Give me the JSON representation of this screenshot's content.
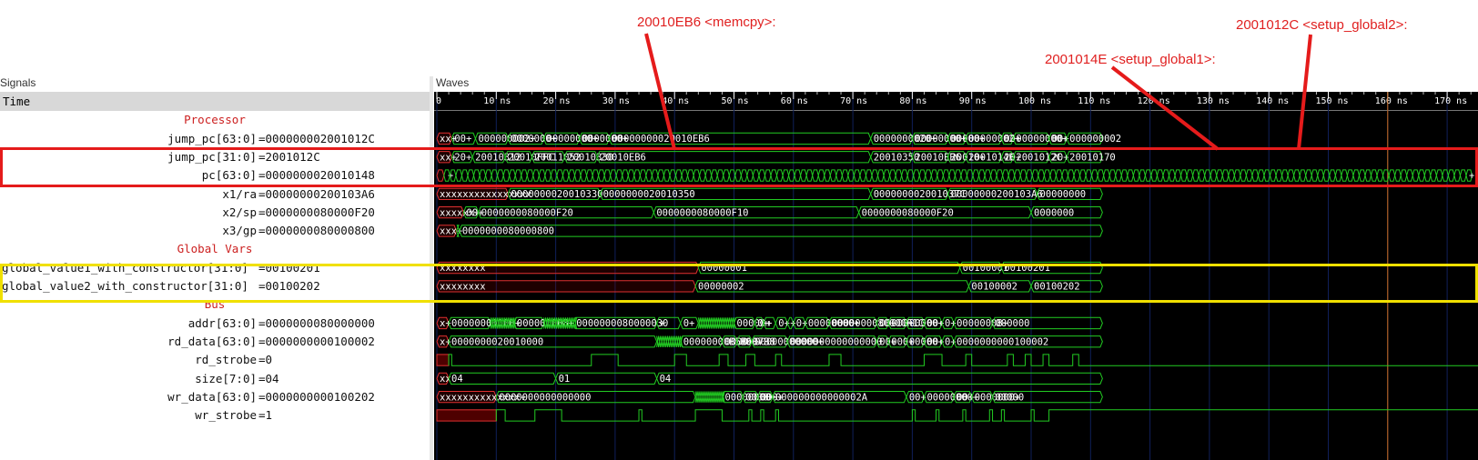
{
  "annotations": [
    {
      "text": "20010EB6 <memcpy>:"
    },
    {
      "text": "2001014E <setup_global1>:"
    },
    {
      "text": "2001012C <setup_global2>:"
    }
  ],
  "panels": {
    "signals_label": "Signals",
    "waves_label": "Waves"
  },
  "signals": [
    {
      "kind": "time",
      "name": "Time"
    },
    {
      "kind": "group",
      "name": "Processor"
    },
    {
      "kind": "signal",
      "name": "jump_pc[63:0]",
      "value": "=000000002001012C"
    },
    {
      "kind": "signal",
      "name": "jump_pc[31:0]",
      "value": "=2001012C"
    },
    {
      "kind": "signal",
      "name": "pc[63:0]",
      "value": "=0000000020010148"
    },
    {
      "kind": "signal",
      "name": "x1/ra",
      "value": "=00000000200103A6"
    },
    {
      "kind": "signal",
      "name": "x2/sp",
      "value": "=0000000080000F20"
    },
    {
      "kind": "signal",
      "name": "x3/gp",
      "value": "=0000000080000800"
    },
    {
      "kind": "group",
      "name": "Global Vars"
    },
    {
      "kind": "signal",
      "full": true,
      "name": "global_value1_with_constructor[31:0]",
      "value": "=00100201"
    },
    {
      "kind": "signal",
      "full": true,
      "name": "global_value2_with_constructor[31:0]",
      "value": "=00100202"
    },
    {
      "kind": "group",
      "name": "Bus"
    },
    {
      "kind": "signal",
      "name": "addr[63:0]",
      "value": "=0000000080000000"
    },
    {
      "kind": "signal",
      "name": "rd_data[63:0]",
      "value": "=0000000000100002"
    },
    {
      "kind": "signal",
      "name": "rd_strobe",
      "value": "=0"
    },
    {
      "kind": "signal",
      "name": "size[7:0]",
      "value": "=04"
    },
    {
      "kind": "signal",
      "name": "wr_data[63:0]",
      "value": "=0000000000100202"
    },
    {
      "kind": "signal",
      "name": "wr_strobe",
      "value": "=1"
    }
  ],
  "timeline": {
    "ticks": [
      "0",
      "10 ns",
      "20 ns",
      "30 ns",
      "40 ns",
      "50 ns",
      "60 ns",
      "70 ns",
      "80 ns",
      "90 ns",
      "100 ns",
      "110 ns",
      "120 ns",
      "130 ns",
      "140 ns",
      "150 ns",
      "160 ns",
      "170 ns"
    ],
    "cursor_ns": 160,
    "max_ns": 172
  },
  "waves": [
    {
      "row": 2,
      "type": "bus",
      "segs": [
        [
          0,
          2.5,
          "xx+",
          "x"
        ],
        [
          2.5,
          6.5,
          "00+"
        ],
        [
          6.5,
          12,
          "000000002+"
        ],
        [
          12,
          18,
          "0000000+"
        ],
        [
          18,
          24,
          "00000000+"
        ],
        [
          24,
          29,
          "0000000+"
        ],
        [
          29,
          73,
          "00000000020010EB6"
        ],
        [
          73,
          80,
          "0000000020+"
        ],
        [
          80,
          86,
          "00000000+"
        ],
        [
          86,
          89,
          "00000+"
        ],
        [
          89,
          95,
          "00000002+"
        ],
        [
          95,
          97,
          "00+"
        ],
        [
          97,
          103,
          "00000000+"
        ],
        [
          103,
          106,
          "00+"
        ],
        [
          106,
          112,
          "000000002"
        ]
      ]
    },
    {
      "row": 3,
      "type": "bus",
      "segs": [
        [
          0,
          2.5,
          "xx+",
          "x"
        ],
        [
          2.5,
          6,
          "20+"
        ],
        [
          6,
          11.5,
          "20010312"
        ],
        [
          11.5,
          16,
          "20010FFC"
        ],
        [
          16,
          21.5,
          "20011052"
        ],
        [
          21.5,
          27,
          "20010330"
        ],
        [
          27,
          73,
          "20010EB6"
        ],
        [
          73,
          80,
          "20010350"
        ],
        [
          80,
          86,
          "20010EB6"
        ],
        [
          86,
          89,
          "20010+"
        ],
        [
          89,
          95,
          "2001014E"
        ],
        [
          95,
          97,
          "20+"
        ],
        [
          97,
          103,
          "2001012C"
        ],
        [
          103,
          106,
          "20+"
        ],
        [
          106,
          112,
          "20010170"
        ]
      ]
    },
    {
      "row": 4,
      "type": "clock",
      "from": 1.2,
      "period": 1.0,
      "prefix": "+",
      "suffix": "+"
    },
    {
      "row": 5,
      "type": "bus",
      "segs": [
        [
          0,
          12,
          "xxxxxxxxxxxxxxxx",
          "x"
        ],
        [
          12,
          27.5,
          "0000000020010330"
        ],
        [
          27.5,
          73,
          "0000000020010350"
        ],
        [
          73,
          86,
          "000000002001037C"
        ],
        [
          86,
          101,
          "00000000200103A6"
        ],
        [
          101,
          112,
          "00000000"
        ]
      ]
    },
    {
      "row": 6,
      "type": "bus",
      "segs": [
        [
          0,
          4.5,
          "xxxxxx+",
          "x"
        ],
        [
          4.5,
          7,
          "00+"
        ],
        [
          7,
          36.5,
          "0000000080000F20"
        ],
        [
          36.5,
          71,
          "0000000080000F10"
        ],
        [
          71,
          100,
          "0000000080000F20"
        ],
        [
          100,
          112,
          "0000000"
        ]
      ]
    },
    {
      "row": 7,
      "type": "bus",
      "segs": [
        [
          0,
          3.3,
          "xxx+",
          "x"
        ],
        [
          3.3,
          3.8,
          ""
        ],
        [
          3.8,
          112,
          "0000000080000800"
        ]
      ]
    },
    {
      "row": 9,
      "type": "bus",
      "segs": [
        [
          0,
          44,
          "xxxxxxxx",
          "x"
        ],
        [
          44,
          88,
          "00000001"
        ],
        [
          88,
          95,
          "00100001"
        ],
        [
          95,
          112,
          "00100201"
        ]
      ]
    },
    {
      "row": 10,
      "type": "bus",
      "segs": [
        [
          0,
          43.5,
          "xxxxxxxx",
          "x"
        ],
        [
          43.5,
          89.5,
          "00000002"
        ],
        [
          89.5,
          100,
          "00100002"
        ],
        [
          100,
          112,
          "00100202"
        ]
      ]
    },
    {
      "row": 12,
      "type": "bus",
      "segs": [
        [
          0,
          2,
          "x+",
          "x"
        ],
        [
          2,
          9,
          "00000000000+"
        ],
        [
          9,
          13,
          "",
          "z"
        ],
        [
          13,
          18,
          "000000008+"
        ],
        [
          18,
          23,
          "",
          "z"
        ],
        [
          23,
          37,
          "0000000080000030"
        ],
        [
          37,
          41,
          "+"
        ],
        [
          41,
          44,
          "0+"
        ],
        [
          44,
          50,
          "",
          "z"
        ],
        [
          50,
          53.5,
          "00000+"
        ],
        [
          53.5,
          55,
          "0+"
        ],
        [
          55,
          57,
          "+"
        ],
        [
          57,
          59,
          "0+"
        ],
        [
          59,
          60,
          "+"
        ],
        [
          60,
          62,
          "0+"
        ],
        [
          62,
          66,
          "00000000+"
        ],
        [
          66,
          74,
          "0000000080000F1C"
        ],
        [
          74,
          76,
          "00+"
        ],
        [
          76,
          79,
          "000+"
        ],
        [
          79,
          82,
          "00000+"
        ],
        [
          82,
          85,
          "00+"
        ],
        [
          85,
          87,
          "0+"
        ],
        [
          87,
          93.5,
          "00000008+"
        ],
        [
          93.5,
          112,
          "000000"
        ]
      ]
    },
    {
      "row": 13,
      "type": "bus",
      "segs": [
        [
          0,
          2,
          "x+",
          "x"
        ],
        [
          2,
          37,
          "0000000020010000"
        ],
        [
          37,
          41,
          "",
          "z"
        ],
        [
          41,
          48,
          "00000000B5B6B7B8"
        ],
        [
          48,
          50.5,
          "0000+"
        ],
        [
          50.5,
          53,
          "000+"
        ],
        [
          53,
          59,
          "00000000000+"
        ],
        [
          59,
          74,
          "0000000000000000"
        ],
        [
          74,
          76,
          "00+"
        ],
        [
          76,
          79,
          "000+"
        ],
        [
          79,
          82,
          "00000+"
        ],
        [
          82,
          85,
          "00+"
        ],
        [
          85,
          87,
          "0+"
        ],
        [
          87,
          112,
          "0000000000100002"
        ]
      ]
    },
    {
      "row": 14,
      "type": "bit",
      "init": "x",
      "xend": 2,
      "edges": [
        [
          2,
          1
        ],
        [
          2.5,
          0
        ],
        [
          26,
          1
        ],
        [
          30.5,
          0
        ],
        [
          40,
          1
        ],
        [
          42,
          0
        ],
        [
          47.5,
          1
        ],
        [
          49,
          0
        ],
        [
          52,
          1
        ],
        [
          53.5,
          0
        ],
        [
          57,
          1
        ],
        [
          58,
          0
        ],
        [
          66,
          1
        ],
        [
          68,
          0
        ],
        [
          82,
          1
        ],
        [
          85,
          0
        ],
        [
          89,
          1
        ],
        [
          90,
          0
        ],
        [
          96,
          1
        ],
        [
          97,
          0
        ],
        [
          99,
          1
        ],
        [
          100,
          0
        ],
        [
          102,
          1
        ],
        [
          103,
          0
        ],
        [
          107,
          1
        ],
        [
          108,
          0
        ]
      ],
      "level": 0
    },
    {
      "row": 15,
      "type": "bus",
      "segs": [
        [
          0,
          2,
          "xx",
          "x"
        ],
        [
          2,
          20,
          "04"
        ],
        [
          20,
          37,
          "01"
        ],
        [
          37,
          112,
          "04"
        ]
      ]
    },
    {
      "row": 16,
      "type": "bus",
      "segs": [
        [
          0,
          10,
          "xxxxxxxxxxxxxx+",
          "x"
        ],
        [
          10,
          43.5,
          "0000000000000000"
        ],
        [
          43.5,
          48,
          "",
          "z"
        ],
        [
          48,
          51.5,
          "00000000+"
        ],
        [
          51.5,
          54,
          "0000+"
        ],
        [
          54,
          56.5,
          "000+"
        ],
        [
          56.5,
          79,
          "000000000000002A"
        ],
        [
          79,
          82,
          "00+"
        ],
        [
          82,
          87,
          "00000000+"
        ],
        [
          87,
          90,
          "00+"
        ],
        [
          90,
          93.5,
          "0000000+"
        ],
        [
          93.5,
          112,
          "00000"
        ]
      ]
    },
    {
      "row": 17,
      "type": "bit",
      "init": "x",
      "xend": 10,
      "edges": [
        [
          10,
          1
        ],
        [
          11.5,
          0
        ],
        [
          16.5,
          1
        ],
        [
          21,
          0
        ],
        [
          34,
          1
        ],
        [
          34.5,
          0
        ],
        [
          43.5,
          1
        ],
        [
          48,
          0
        ],
        [
          52.5,
          1
        ],
        [
          53,
          0
        ],
        [
          54.5,
          1
        ],
        [
          55,
          0
        ],
        [
          57,
          1
        ],
        [
          57.5,
          0
        ],
        [
          80,
          1
        ],
        [
          80.5,
          0
        ],
        [
          84,
          1
        ],
        [
          84.5,
          0
        ],
        [
          88.5,
          1
        ],
        [
          89,
          0
        ],
        [
          93,
          1
        ],
        [
          93.5,
          0
        ],
        [
          95,
          1
        ],
        [
          95.5,
          0
        ],
        [
          100,
          1
        ],
        [
          100.5,
          0
        ],
        [
          103,
          1
        ],
        [
          112,
          1
        ]
      ],
      "level": 0
    }
  ]
}
